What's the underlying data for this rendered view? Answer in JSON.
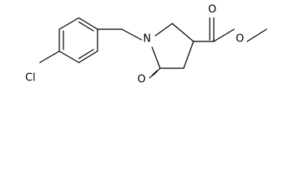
{
  "atoms": {
    "chlorine": "Cl",
    "ring_nitrogen": "N",
    "lactam_oxygen": "O",
    "carbonyl_oxygen": "O",
    "ester_oxygen": "O"
  }
}
